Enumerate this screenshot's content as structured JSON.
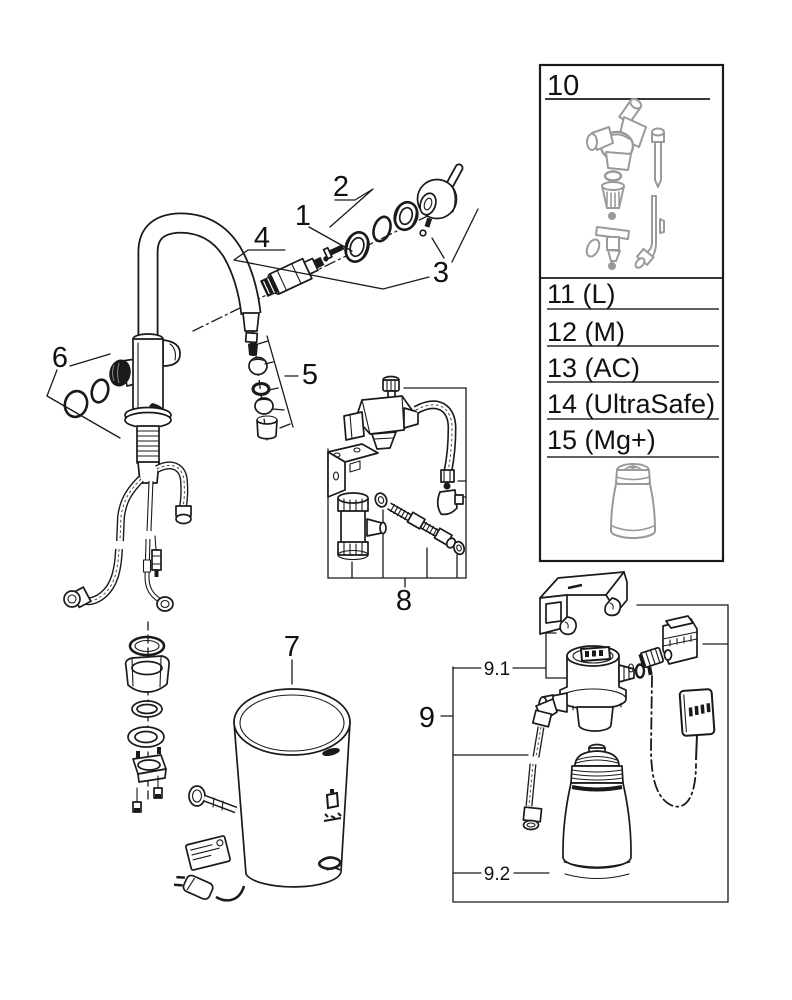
{
  "document": {
    "type": "exploded-spare-parts-diagram",
    "subject": "kitchen faucet with under-sink boiler and water filter system",
    "background_color": "#ffffff",
    "line_color": "#1a1a1a",
    "secondary_part_color": "#9a9a9a"
  },
  "callouts": {
    "c1": "1",
    "c2": "2",
    "c3": "3",
    "c4": "4",
    "c5": "5",
    "c6": "6",
    "c7": "7",
    "c8": "8",
    "c9": "9",
    "c9_1": "9.1",
    "c9_2": "9.2"
  },
  "spare_parts_box": {
    "header": "10",
    "items": [
      {
        "label": "11 (L)"
      },
      {
        "label": "12 (M)"
      },
      {
        "label": "13 (AC)"
      },
      {
        "label": "14 (UltraSafe)"
      },
      {
        "label": "15 (Mg+)"
      }
    ]
  }
}
